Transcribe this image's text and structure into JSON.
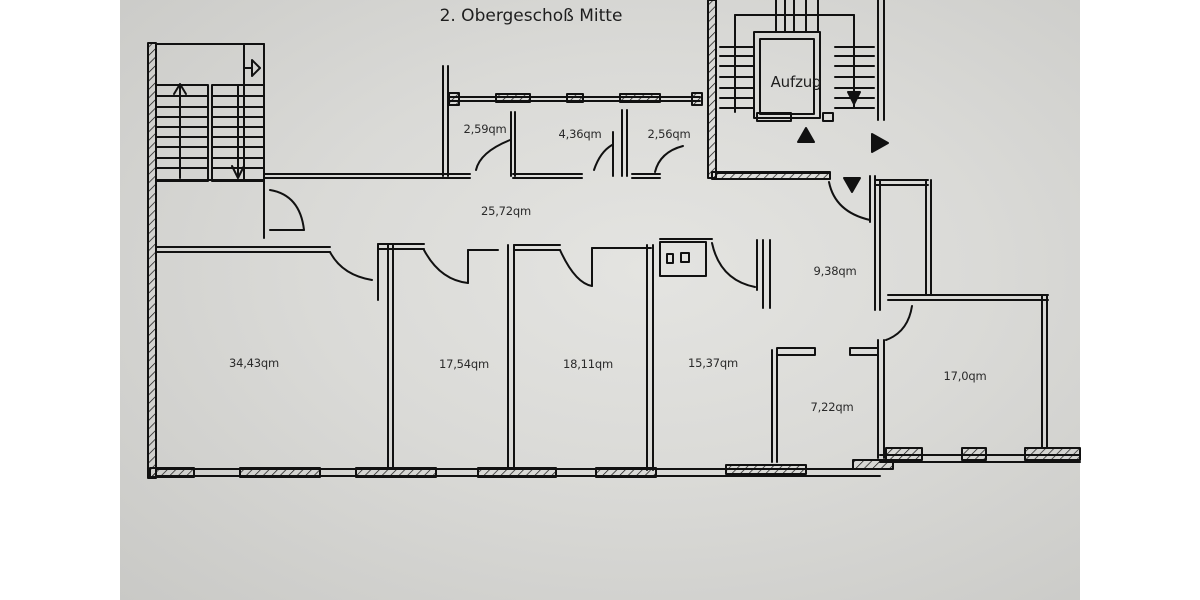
{
  "plan": {
    "title": "2. Obergeschoß Mitte",
    "elevator_label": "Aufzug",
    "rooms": [
      {
        "id": "wc-1",
        "area": "2,59qm"
      },
      {
        "id": "wc-2",
        "area": "4,36qm"
      },
      {
        "id": "wc-3",
        "area": "2,56qm"
      },
      {
        "id": "corridor",
        "area": "25,72qm"
      },
      {
        "id": "room-west",
        "area": "34,43qm"
      },
      {
        "id": "room-2",
        "area": "17,54qm"
      },
      {
        "id": "room-3",
        "area": "18,11qm"
      },
      {
        "id": "room-4",
        "area": "15,37qm"
      },
      {
        "id": "hall-east",
        "area": "9,38qm"
      },
      {
        "id": "small-room",
        "area": "7,22qm"
      },
      {
        "id": "room-east",
        "area": "17,0qm"
      }
    ],
    "colors": {
      "background_margin": "#ffffff",
      "paper": "#dcdcd9",
      "ink": "#111111"
    }
  }
}
